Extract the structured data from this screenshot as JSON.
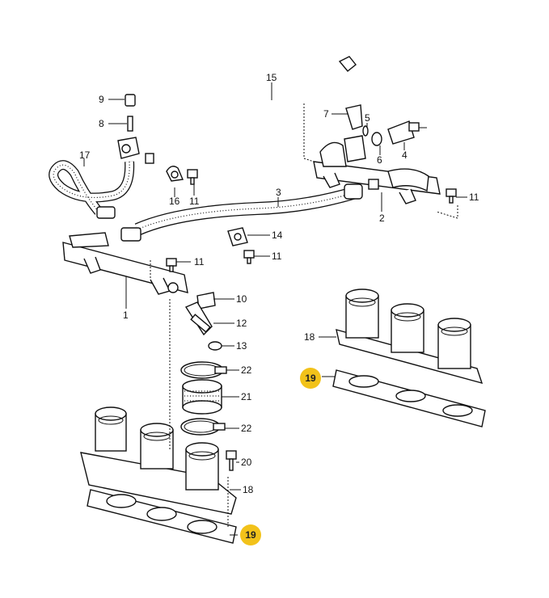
{
  "diagram": {
    "callouts": [
      {
        "id": "c9",
        "text": "9"
      },
      {
        "id": "c8",
        "text": "8"
      },
      {
        "id": "c17",
        "text": "17"
      },
      {
        "id": "c16",
        "text": "16"
      },
      {
        "id": "c11a",
        "text": "11"
      },
      {
        "id": "c15",
        "text": "15"
      },
      {
        "id": "c7",
        "text": "7"
      },
      {
        "id": "c5",
        "text": "5"
      },
      {
        "id": "c6",
        "text": "6"
      },
      {
        "id": "c4",
        "text": "4"
      },
      {
        "id": "c11b",
        "text": "11"
      },
      {
        "id": "c2",
        "text": "2"
      },
      {
        "id": "c3",
        "text": "3"
      },
      {
        "id": "c14",
        "text": "14"
      },
      {
        "id": "c11c",
        "text": "11"
      },
      {
        "id": "c11d",
        "text": "11"
      },
      {
        "id": "c1",
        "text": "1"
      },
      {
        "id": "c10",
        "text": "10"
      },
      {
        "id": "c12",
        "text": "12"
      },
      {
        "id": "c13",
        "text": "13"
      },
      {
        "id": "c22a",
        "text": "22"
      },
      {
        "id": "c21",
        "text": "21"
      },
      {
        "id": "c22b",
        "text": "22"
      },
      {
        "id": "c20",
        "text": "20"
      },
      {
        "id": "c18a",
        "text": "18"
      },
      {
        "id": "c18b",
        "text": "18"
      }
    ],
    "highlights": [
      {
        "id": "h19a",
        "text": "19"
      },
      {
        "id": "h19b",
        "text": "19"
      }
    ],
    "colors": {
      "line": "#111111",
      "highlight_fill": "#f2c21a",
      "background": "#ffffff"
    }
  }
}
